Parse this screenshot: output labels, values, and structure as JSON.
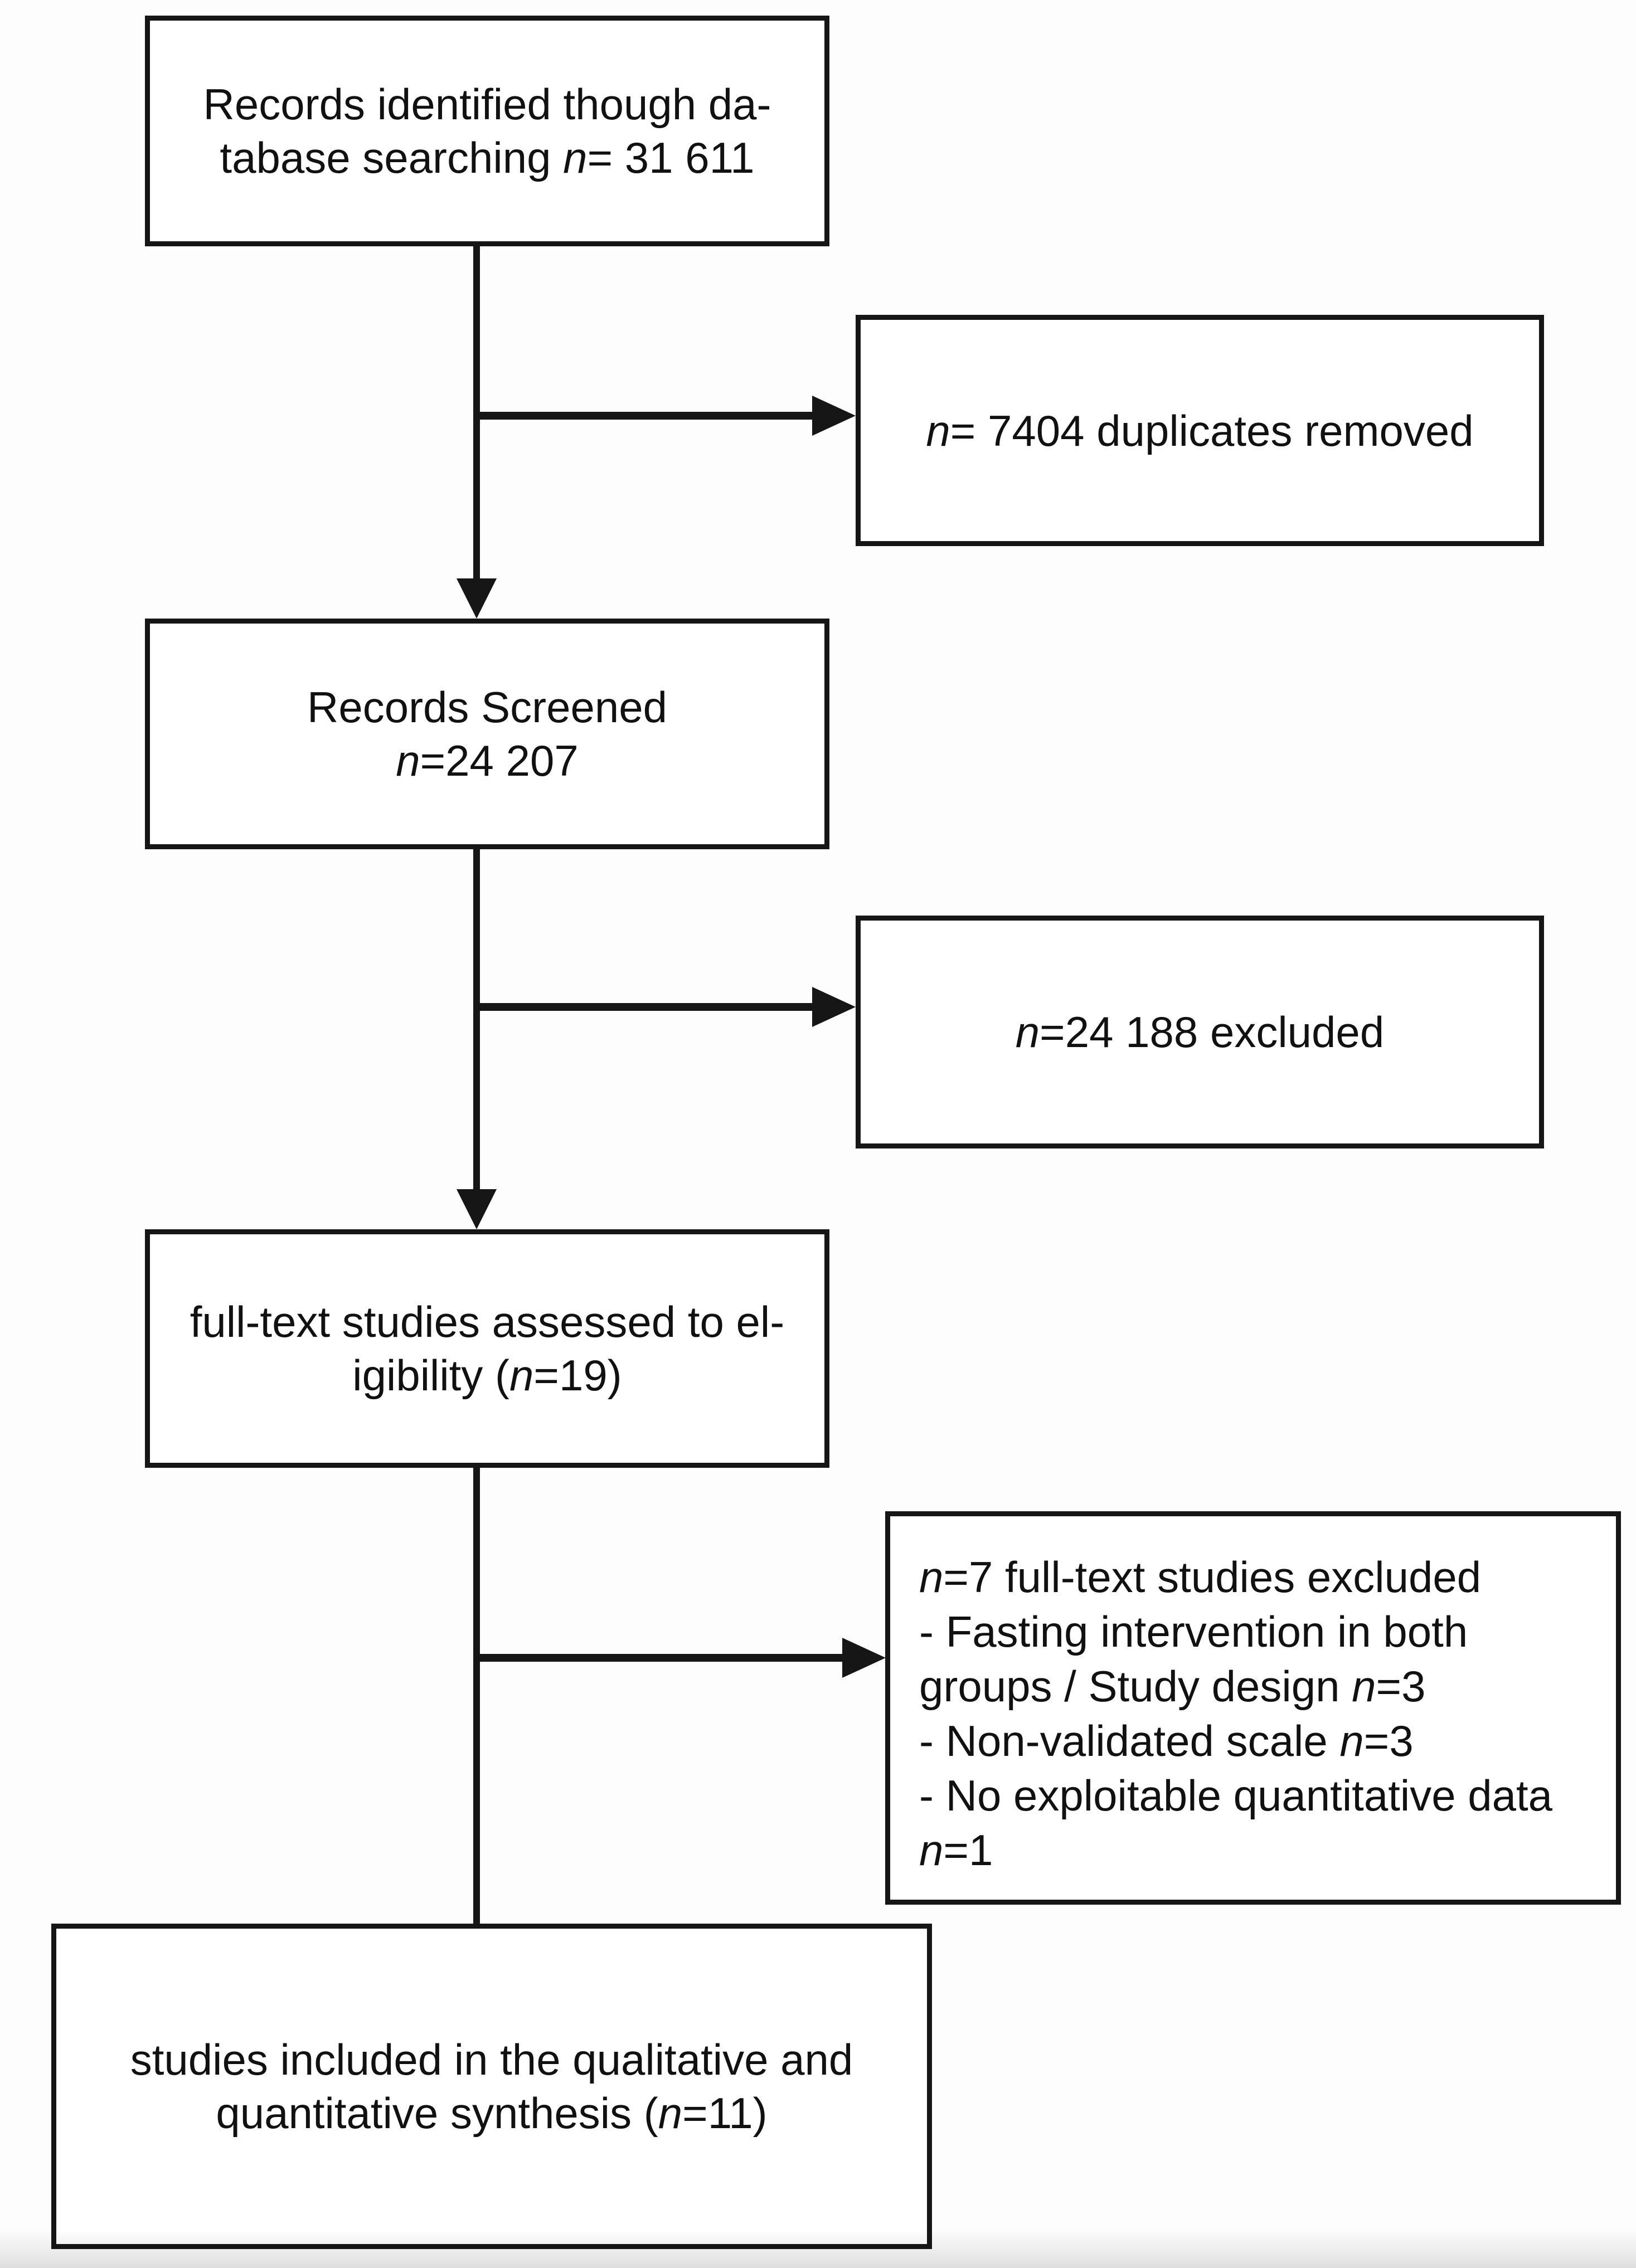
{
  "colors": {
    "ink": "#161616",
    "text": "#111111",
    "background": "#fdfdfd",
    "box_fill": "#ffffff"
  },
  "diagram": {
    "type": "prisma-flow",
    "boxes": [
      {
        "id": "records-identified",
        "align": "center",
        "lines": [
          [
            {
              "t": "Records identified though da-"
            }
          ],
          [
            {
              "t": "tabase searching "
            },
            {
              "t": "n",
              "i": true
            },
            {
              "t": "= 31 611"
            }
          ]
        ]
      },
      {
        "id": "duplicates-removed",
        "align": "center",
        "lines": [
          [
            {
              "t": "n",
              "i": true
            },
            {
              "t": "= 7404 duplicates removed"
            }
          ]
        ]
      },
      {
        "id": "records-screened",
        "align": "center",
        "lines": [
          [
            {
              "t": "Records Screened"
            }
          ],
          [
            {
              "t": "n",
              "i": true
            },
            {
              "t": "=24 207"
            }
          ]
        ]
      },
      {
        "id": "records-excluded",
        "align": "center",
        "lines": [
          [
            {
              "t": "n",
              "i": true
            },
            {
              "t": "=24 188 excluded"
            }
          ]
        ]
      },
      {
        "id": "fulltext-assessed",
        "align": "center",
        "lines": [
          [
            {
              "t": "full-text studies assessed to el-"
            }
          ],
          [
            {
              "t": "igibility ("
            },
            {
              "t": "n",
              "i": true
            },
            {
              "t": "=19)"
            }
          ]
        ]
      },
      {
        "id": "fulltext-excluded",
        "align": "left",
        "lines": [
          [
            {
              "t": "n",
              "i": true
            },
            {
              "t": "=7 full-text studies excluded"
            }
          ],
          [
            {
              "t": "- Fasting intervention in both"
            }
          ],
          [
            {
              "t": "groups / Study design "
            },
            {
              "t": "n",
              "i": true
            },
            {
              "t": "=3"
            }
          ],
          [
            {
              "t": "- Non-validated scale "
            },
            {
              "t": "n",
              "i": true
            },
            {
              "t": "=3"
            }
          ],
          [
            {
              "t": "- No exploitable quantitative data"
            }
          ],
          [
            {
              "t": "n",
              "i": true
            },
            {
              "t": "=1"
            }
          ]
        ]
      },
      {
        "id": "studies-included",
        "align": "center",
        "lines": [
          [
            {
              "t": "studies included in the qualitative and"
            }
          ],
          [
            {
              "t": "quantitative synthesis ("
            },
            {
              "t": "n",
              "i": true
            },
            {
              "t": "=11)"
            }
          ]
        ]
      }
    ]
  }
}
